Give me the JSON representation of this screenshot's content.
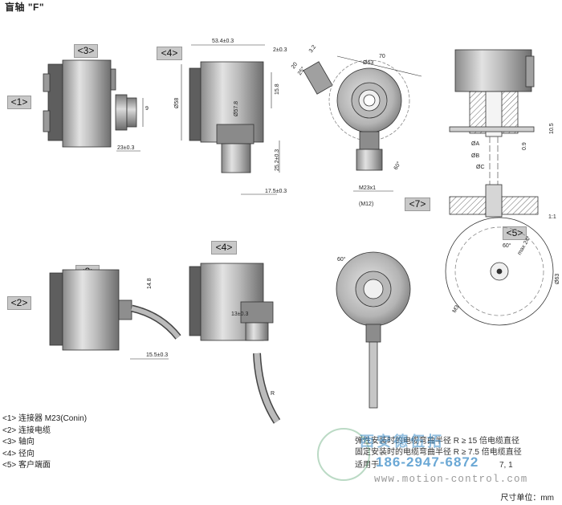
{
  "title": "盲轴 \"F\"",
  "view_tags": {
    "row1_axial": "<3>",
    "row1_radial": "<4>",
    "row1_side": "<1>",
    "row1_cable": "<7>",
    "row2_axial": "<3>",
    "row2_radial": "<4>",
    "row2_side": "<2>",
    "row2_customer": "<5>"
  },
  "legend": [
    "<1> 连接器 M23(Conin)",
    "<2> 连接电缆",
    "<3> 轴向",
    "<4> 径向",
    "<5> 客户端面"
  ],
  "notes": [
    "弹性安装时的电缆弯曲半径 R ≥ 15 倍电缆直径",
    "固定安装时的电缆弯曲半径 R ≥ 7.5 倍电缆直径",
    "适用于",
    "7, 1"
  ],
  "unit_label": "尺寸单位：mm",
  "scale_label": "1:1",
  "dimensions": {
    "d23": "23±0.3",
    "d9": "9",
    "d53": "53.4±0.3",
    "d58": "Ø58",
    "d57": "Ø57.8",
    "d2": "2±0.3",
    "d15_8": "15.8",
    "d25_2": "25.2±0.3",
    "d17_5": "17.5±0.3",
    "d70": "70",
    "d63": "Ø63",
    "d20": "20",
    "d25deg": "25°",
    "d3_2": "3.2",
    "d60deg": "60°",
    "dM23": "M23x1",
    "dM12": "(M12)",
    "dA": "ØA",
    "dB": "ØB",
    "dC": "ØC",
    "d10_5": "10.5",
    "d0_9": "0.9",
    "d14_8": "14.8",
    "d15_5": "15.5±0.3",
    "d13": "13±0.3",
    "dR": "R",
    "d60b": "60°",
    "d60c": "60°",
    "dmax24": "max 24°",
    "dM3": "M3",
    "d63b": "Ø63"
  },
  "watermark": {
    "brand": "西安德伍拓",
    "phone": "186-2947-6872",
    "url": "www.motion-control.com"
  }
}
